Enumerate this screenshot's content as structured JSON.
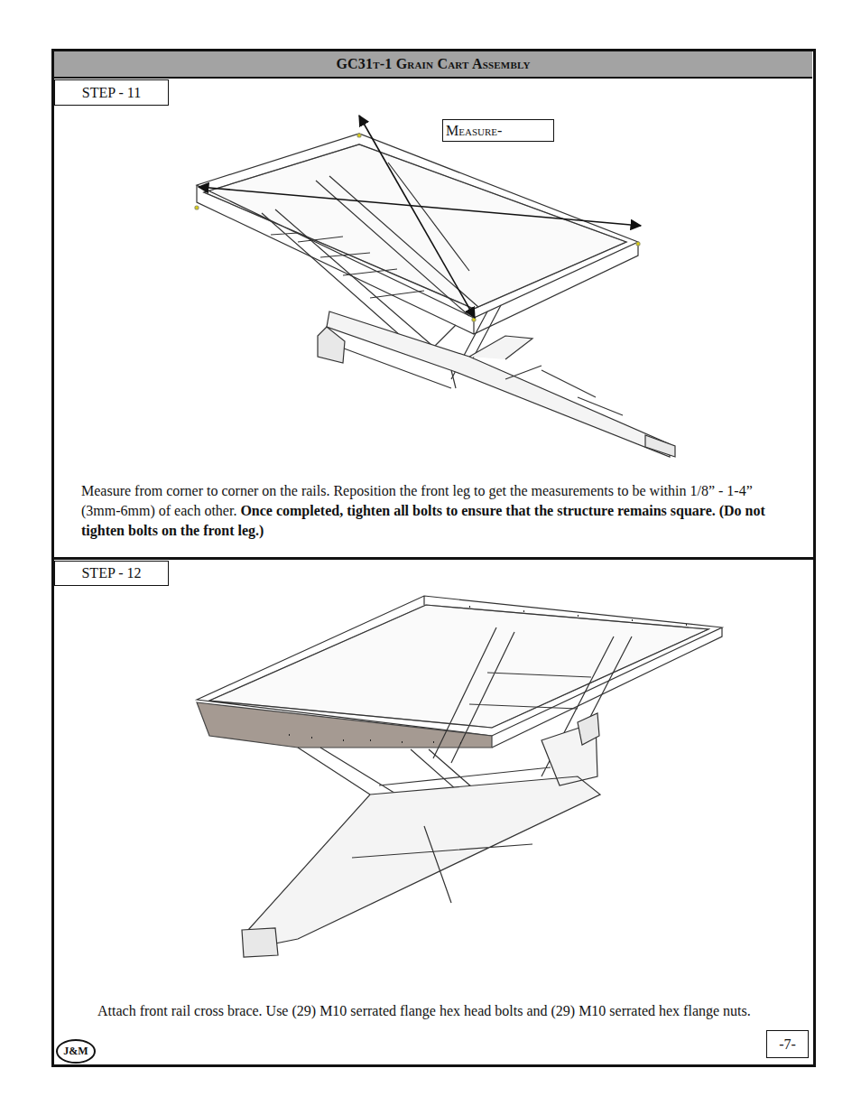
{
  "diagram": {
    "title": "GC31t-1 Grain Cart Assembly",
    "nodes": [
      {
        "text": [
          "STEP - 11"
        ]
      },
      {
        "text": [
          "Measure-"
        ]
      },
      {
        "text": [
          "STEP - 12"
        ]
      },
      {
        "text": [
          "-7-"
        ]
      },
      {
        "text": [
          "J&M"
        ]
      }
    ],
    "labels": [
      "Measure from corner to corner on the rails. Reposition the front leg to get the measurements to be within 1/8” - 1-4” (3mm-6mm) of each other.",
      "Once completed, tighten all bolts to ensure that the structure remains square. (Do not tighten bolts on the front leg.)",
      "Attach front rail cross brace. Use (29) M10 serrated flange hex head bolts and (29) M10 serrated hex flange nuts."
    ]
  }
}
